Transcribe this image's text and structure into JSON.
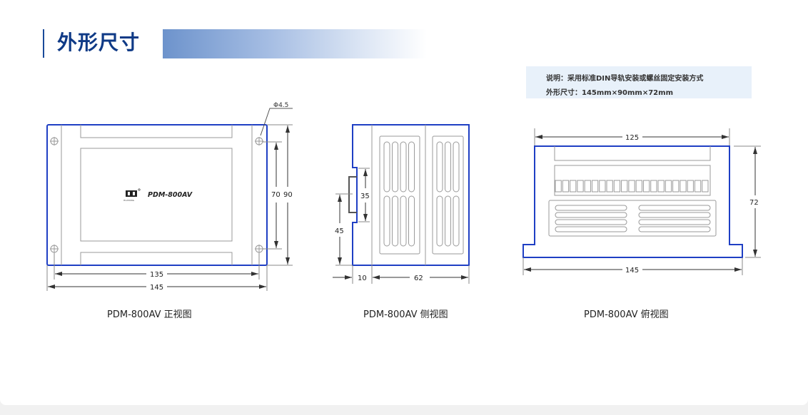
{
  "section": {
    "title": "外形尺寸"
  },
  "note": {
    "line1": "说明：采用标准DIN导轨安装或螺丝固定安装方式",
    "line2": "外形尺寸：145mm×90mm×72mm"
  },
  "front_view": {
    "caption": "PDM-800AV 正视图",
    "model_label": "PDM-800AV",
    "brand_sub": "HUATONG",
    "hole_label": "Φ4.5",
    "dim_inner_height": "70",
    "dim_outer_height": "90",
    "dim_inner_width": "135",
    "dim_outer_width": "145"
  },
  "side_view": {
    "caption": "PDM-800AV 侧视图",
    "dim_rail": "35",
    "dim_rail_offset": "45",
    "dim_base": "10",
    "dim_body": "62"
  },
  "top_view": {
    "caption": "PDM-800AV 俯视图",
    "dim_top_width": "125",
    "dim_height": "72",
    "dim_base_width": "145",
    "terminal_count": 21
  },
  "colors": {
    "outline": "#1f3fc4",
    "line": "#9a9a9a",
    "title": "#0f3a86"
  }
}
